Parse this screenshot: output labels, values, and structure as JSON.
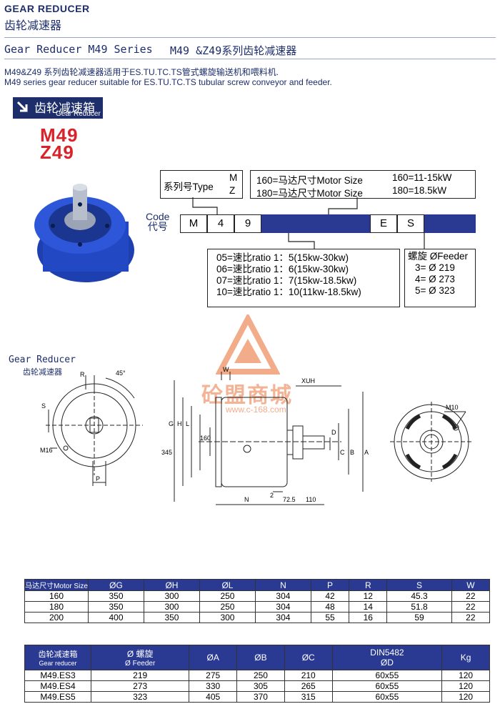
{
  "header": {
    "title_en": "GEAR REDUCER",
    "title_cn": "齿轮减速器",
    "subtitle_en": "Gear Reducer M49 Series",
    "subtitle_cn": "M49 &Z49系列齿轮减速器",
    "intro_cn": "M49&Z49 系列齿轮减速器适用于ES.TU.TC.TS管式螺旋输送机和喂料机.",
    "intro_en": "M49 series gear reducer suitable for ES.TU.TC.TS tubular screw conveyor and feeder."
  },
  "badge": {
    "cn": "齿轮减速箱",
    "en": "Gear Reducer",
    "models": [
      "M49",
      "Z49"
    ]
  },
  "code_diagram": {
    "series_label": "系列号Type",
    "series_options": [
      "M",
      "Z"
    ],
    "motor_lines": [
      {
        "left": "160=马达尺寸Motor Size",
        "right": "160=11-15kW"
      },
      {
        "left": "180=马达尺寸Motor Size",
        "right": "180=18.5kW"
      }
    ],
    "code_label_en": "Code",
    "code_label_cn": "代号",
    "code_cells": [
      "M",
      "4",
      "9",
      "",
      "",
      "",
      "",
      "E",
      "S",
      ""
    ],
    "ratio_lines": [
      "05=速比ratio  1：5(15kw-30kw)",
      "06=速比ratio  1：6(15kw-30kw)",
      "07=速比ratio  1：7(15kw-18.5kw)",
      "10=速比ratio  1：10(11kw-18.5kw)"
    ],
    "feeder_title": "螺旋 ØFeeder",
    "feeder_lines": [
      "3=  Ø 219",
      "4=  Ø 273",
      "5=  Ø 323"
    ]
  },
  "watermark": {
    "cn": "砼盟商城",
    "url": "www.c-168.com"
  },
  "drawing": {
    "title_en": "Gear Reducer",
    "title_cn": "齿轮减速器",
    "labels_front": [
      "R",
      "45°",
      "S",
      "M16",
      "P"
    ],
    "labels_side": [
      "W",
      "XUH",
      "G",
      "H",
      "L",
      "160",
      "345",
      "D",
      "C",
      "B",
      "A",
      "2",
      "N",
      "72.5",
      "110"
    ],
    "labels_end": [
      "M10"
    ]
  },
  "motor_table": {
    "headers": [
      "马达尺寸Motor Size",
      "ØG",
      "ØH",
      "ØL",
      "N",
      "P",
      "R",
      "S",
      "W"
    ],
    "rows": [
      [
        "160",
        "350",
        "300",
        "250",
        "304",
        "42",
        "12",
        "45.3",
        "22"
      ],
      [
        "180",
        "350",
        "300",
        "250",
        "304",
        "48",
        "14",
        "51.8",
        "22"
      ],
      [
        "200",
        "400",
        "350",
        "300",
        "304",
        "55",
        "16",
        "59",
        "22"
      ]
    ]
  },
  "reducer_table": {
    "headers": [
      {
        "l1": "齿轮减速箱",
        "l2": "Gear reducer"
      },
      {
        "l1": "Ø 螺旋",
        "l2": "Ø Feeder"
      },
      {
        "l1": "ØA",
        "l2": ""
      },
      {
        "l1": "ØB",
        "l2": ""
      },
      {
        "l1": "ØC",
        "l2": ""
      },
      {
        "l1": "DIN5482",
        "l2": "ØD"
      },
      {
        "l1": "Kg",
        "l2": ""
      }
    ],
    "rows": [
      [
        "M49.ES3",
        "219",
        "275",
        "250",
        "210",
        "60x55",
        "120"
      ],
      [
        "M49.ES4",
        "273",
        "330",
        "305",
        "265",
        "60x55",
        "120"
      ],
      [
        "M49.ES5",
        "323",
        "405",
        "370",
        "315",
        "60x55",
        "120"
      ]
    ]
  },
  "colors": {
    "navy": "#1d2e6b",
    "accent_blue": "#2a3a92",
    "model_red": "#d9232a",
    "watermark": "#e8692c"
  }
}
